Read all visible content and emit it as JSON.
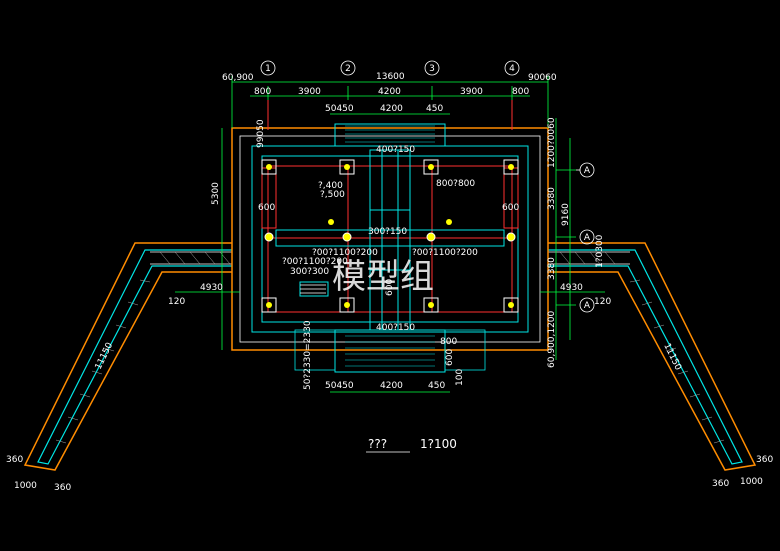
{
  "colors": {
    "background": "#000000",
    "wall_outer": "#ff8c00",
    "wall_inner": "#ffffff",
    "structure": "#00e5e5",
    "grid_red": "#ff3030",
    "dimension": "#00ff40",
    "column": "#ffff00",
    "dark_red": "#a00000",
    "text": "#ffffff"
  },
  "axes_top": [
    "1",
    "2",
    "3",
    "4"
  ],
  "axes_right": [
    "A",
    "A",
    "A"
  ],
  "dims_top": {
    "total": "13600",
    "left_edge": "60,900",
    "right_edge": "90060",
    "seg1": "800",
    "seg2": "3900",
    "seg3": "4200",
    "seg4": "3900",
    "seg5": "800",
    "stair_top_a": "50450",
    "stair_top_b": "4200",
    "stair_top_c": "450"
  },
  "dims_left": {
    "height_5300": "5300",
    "v_99050": "99050",
    "v_600": "600",
    "v_4930": "4930",
    "v_2330": "50?2330=2330"
  },
  "dims_right": {
    "r1": "1200?0060",
    "r2": "3380",
    "r3": "9160",
    "r4": "3380",
    "r5": "1?0300",
    "r6": "60,900,1200",
    "r7": "4930",
    "r8": "600",
    "r9": "120"
  },
  "dims_bottom": {
    "b1": "50450",
    "b2": "4200",
    "b3": "450",
    "b4": "100",
    "b5": "800",
    "b6": "600"
  },
  "labels": {
    "beam_top": "400?150",
    "beam_bottom": "400?150",
    "col_large": "800?800",
    "slab": "?,400",
    "slab2": "?,500",
    "beam_mid1": "300?150",
    "beam_mid2": "?00?1100?200",
    "beam_mid3": "?00?1100?200",
    "beam_left": "?00?1100?200",
    "beam_left2": "300?300",
    "side_600_left": "600",
    "side_600_right": "600",
    "center_600": "600",
    "angle_left": "120",
    "angle_right": "120",
    "wing_left": "11150",
    "wing_right": "11150",
    "foot_left_a": "360",
    "foot_left_b": "1000",
    "foot_left_c": "360",
    "foot_right_a": "360",
    "foot_right_b": "1000",
    "foot_right_c": "360"
  },
  "watermark": "模型组",
  "drawing_title": "???",
  "drawing_scale": "1?100"
}
